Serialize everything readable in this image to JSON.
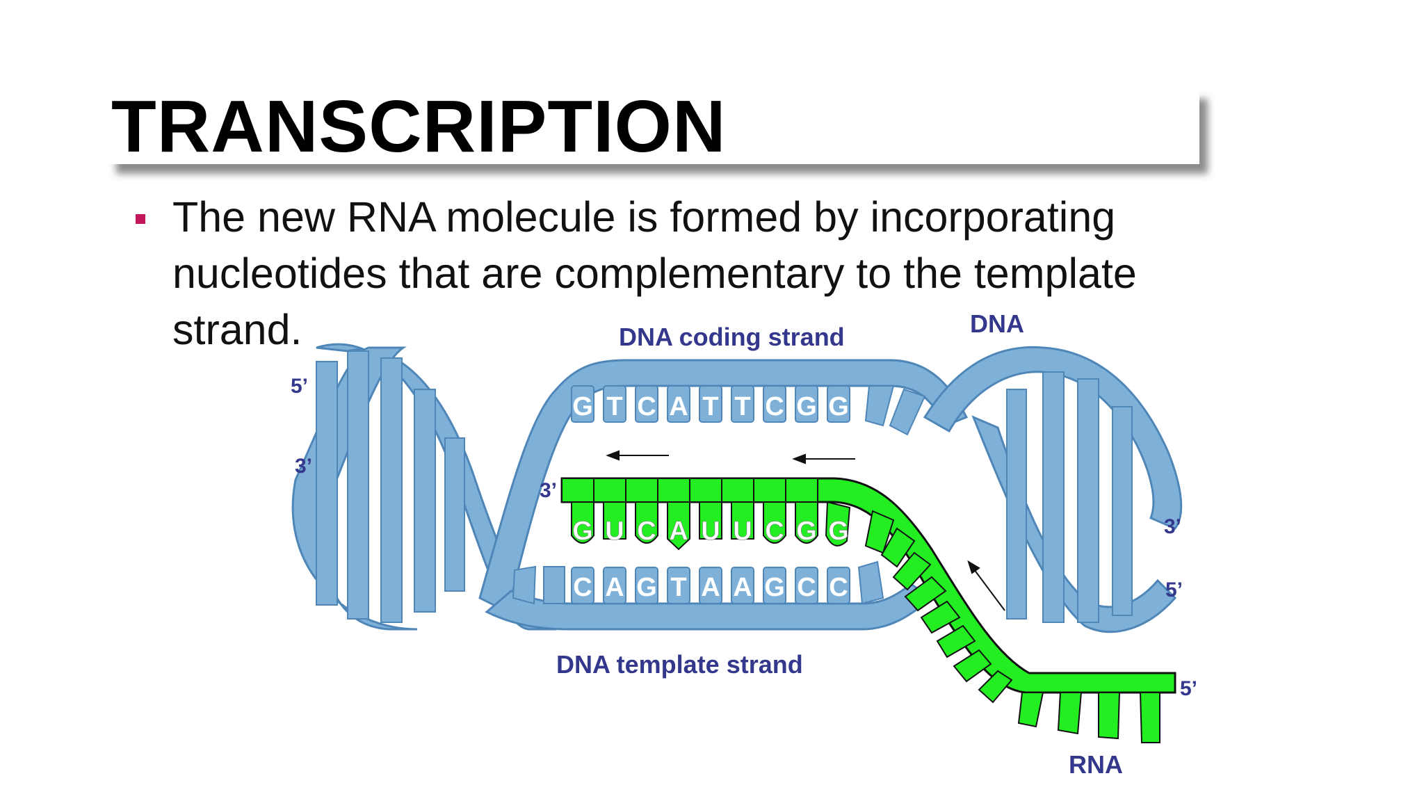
{
  "slide": {
    "title": "TRANSCRIPTION",
    "bullet": "The new RNA molecule is formed by incorporating nucleotides that are complementary to the template strand."
  },
  "diagram": {
    "labels": {
      "coding_strand": "DNA coding strand",
      "template_strand": "DNA template strand",
      "dna": "DNA",
      "rna": "RNA"
    },
    "ends": {
      "left_top": "5’",
      "left_mid": "3’",
      "rna_start": "3’",
      "right_upper": "3’",
      "right_lower": "5’",
      "rna_end": "5’"
    },
    "coding_sequence": [
      "G",
      "T",
      "C",
      "A",
      "T",
      "T",
      "C",
      "G",
      "G"
    ],
    "rna_sequence": [
      "G",
      "U",
      "C",
      "A",
      "U",
      "U",
      "C",
      "G",
      "G"
    ],
    "template_sequence": [
      "C",
      "A",
      "G",
      "T",
      "A",
      "A",
      "G",
      "C",
      "C"
    ]
  },
  "colors": {
    "strand_blue": "#7fb1d8",
    "strand_blue_dark": "#4f86b8",
    "rna_green": "#22ee22",
    "label_navy": "#33388c",
    "bullet_accent": "#c2185b"
  }
}
